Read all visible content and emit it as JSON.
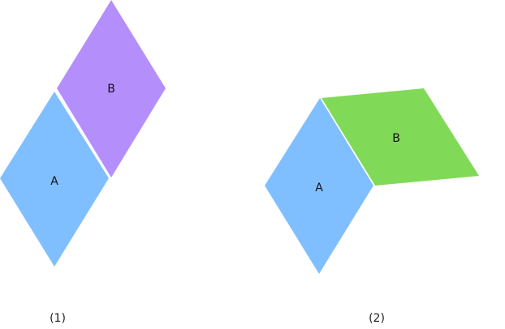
{
  "figure1": {
    "caption": "(1)",
    "rhombus_a": {
      "label": "A",
      "color": "#80bfff"
    },
    "rhombus_b": {
      "label": "B",
      "color": "#b48ffc"
    }
  },
  "figure2": {
    "caption": "(2)",
    "rhombus_a": {
      "label": "A",
      "color": "#80bfff"
    },
    "parallelogram_b": {
      "label": "B",
      "color": "#80d957"
    }
  }
}
